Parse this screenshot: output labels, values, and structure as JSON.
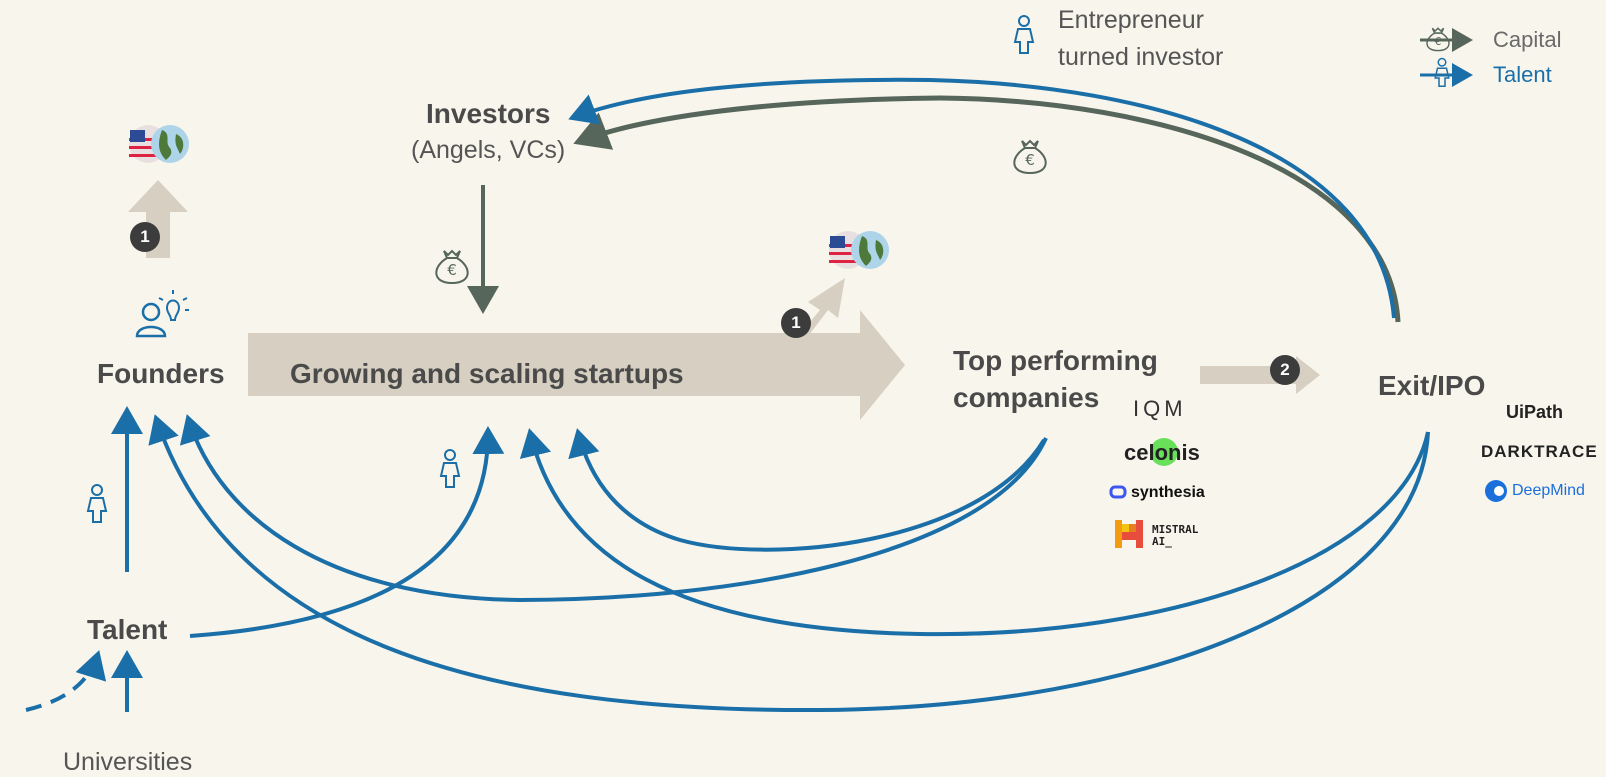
{
  "title_partial": "...ep... ...p... ...y",
  "nodes": {
    "investors_title": "Investors",
    "investors_sub": "(Angels, VCs)",
    "founders": "Founders",
    "startups": "Growing and scaling startups",
    "top_line1": "Top performing",
    "top_line2": "companies",
    "exit": "Exit/IPO",
    "talent": "Talent",
    "universities": "Universities"
  },
  "annotations": {
    "entrepreneur_line1": "Entrepreneur",
    "entrepreneur_line2": "turned investor"
  },
  "badges": {
    "b1a": "1",
    "b1b": "1",
    "b2": "2"
  },
  "legend": {
    "capital": "Capital",
    "talent": "Talent"
  },
  "logos": {
    "top_companies": [
      "IQM",
      "celonis",
      "synthesia",
      "MISTRAL",
      "AI_"
    ],
    "exits": [
      "UiPath",
      "DARKTRACE",
      "DeepMind"
    ]
  },
  "colors": {
    "background": "#f8f5ec",
    "talent_blue": "#1b6fa8",
    "capital_green": "#56665a",
    "flow_beige": "#d6cfc2",
    "text_dark": "#4a4a4a"
  },
  "icons": [
    "money-bag-icon",
    "person-icon",
    "founder-idea-icon",
    "us-world-flag-icon"
  ]
}
